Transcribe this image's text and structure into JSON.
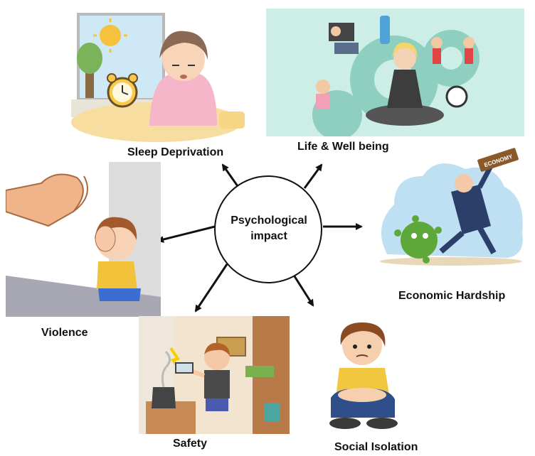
{
  "center": {
    "line1": "Psychological",
    "line2": "impact"
  },
  "nodes": [
    {
      "id": "sleep",
      "label": "Sleep Deprivation"
    },
    {
      "id": "life",
      "label": "Life & Well being"
    },
    {
      "id": "economic",
      "label": "Economic Hardship"
    },
    {
      "id": "social",
      "label": "Social Isolation"
    },
    {
      "id": "safety",
      "label": "Safety"
    },
    {
      "id": "violence",
      "label": "Violence"
    }
  ],
  "illustration_text": {
    "economy_sign": "ECONOMY"
  },
  "colors": {
    "arrow": "#111111",
    "circle_stroke": "#111111",
    "life_bg": "#cdeee6",
    "economic_bg": "#bfe0f2",
    "virus": "#5ea83a"
  }
}
